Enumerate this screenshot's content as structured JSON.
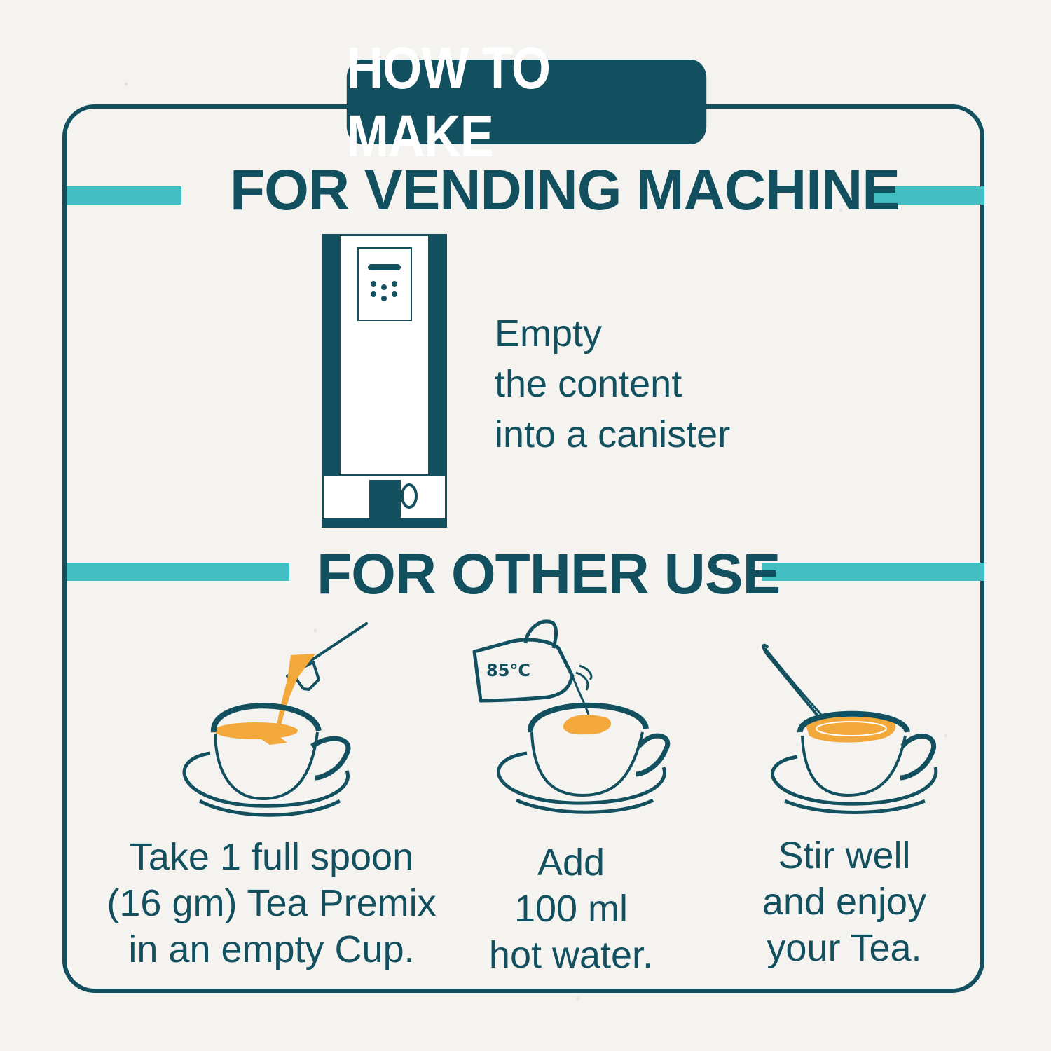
{
  "header": {
    "title": "HOW TO MAKE"
  },
  "sections": {
    "vending": {
      "title": "FOR VENDING MACHINE",
      "instruction": "Empty\nthe content\ninto a canister"
    },
    "other": {
      "title": "FOR OTHER USE",
      "steps": [
        {
          "text": "Take 1 full spoon\n(16 gm) Tea Premix\nin an empty Cup.",
          "icon": "spoon-pouring-premix-icon"
        },
        {
          "text": "Add\n100 ml\nhot water.",
          "icon": "kettle-pouring-water-icon",
          "temperature": "85°C"
        },
        {
          "text": "Stir well\nand enjoy\nyour Tea.",
          "icon": "stirring-tea-icon"
        }
      ]
    }
  },
  "colors": {
    "primary": "#12505f",
    "accent": "#43bfc3",
    "tea": "#f2a83a",
    "background": "#f4f3f0"
  }
}
